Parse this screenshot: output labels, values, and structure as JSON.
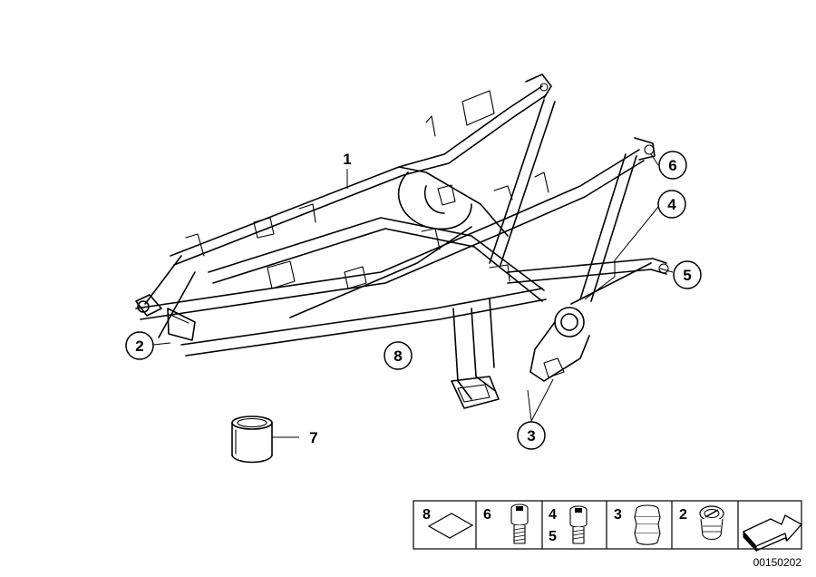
{
  "diagram": {
    "callouts": [
      {
        "id": "c1",
        "label": "1"
      },
      {
        "id": "c2",
        "label": "2"
      },
      {
        "id": "c3",
        "label": "3"
      },
      {
        "id": "c4",
        "label": "4"
      },
      {
        "id": "c5",
        "label": "5"
      },
      {
        "id": "c6",
        "label": "6"
      },
      {
        "id": "c7",
        "label": "7"
      },
      {
        "id": "c8",
        "label": "8"
      }
    ],
    "legend": {
      "cells": [
        {
          "labels": [
            "8"
          ],
          "icon": "plate-icon"
        },
        {
          "labels": [
            "6"
          ],
          "icon": "bolt-icon"
        },
        {
          "labels": [
            "4",
            "5"
          ],
          "icon": "bolt-icon"
        },
        {
          "labels": [
            "3"
          ],
          "icon": "rubber-buffer-icon"
        },
        {
          "labels": [
            "2"
          ],
          "icon": "grommet-icon"
        },
        {
          "labels": [],
          "icon": "arrow-icon"
        }
      ]
    },
    "document_number": "00150202"
  }
}
